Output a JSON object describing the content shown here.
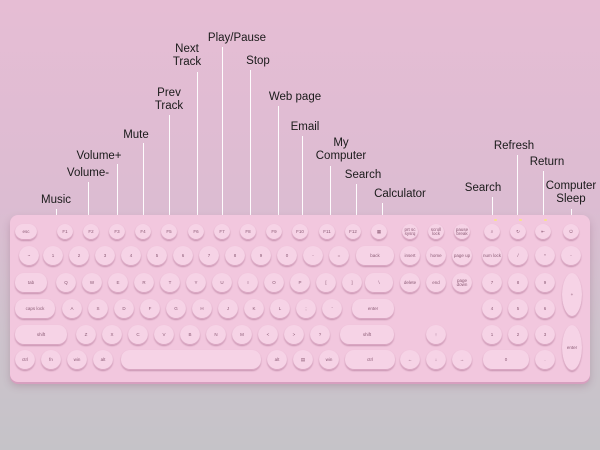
{
  "callouts": [
    {
      "id": "music",
      "label": "Music"
    },
    {
      "id": "volume-down",
      "label": "Volume-"
    },
    {
      "id": "volume-up",
      "label": "Volume+"
    },
    {
      "id": "mute",
      "label": "Mute"
    },
    {
      "id": "prev-track",
      "label": "Prev\nTrack"
    },
    {
      "id": "next-track",
      "label": "Next\nTrack"
    },
    {
      "id": "play-pause",
      "label": "Play/Pause"
    },
    {
      "id": "stop",
      "label": "Stop"
    },
    {
      "id": "web-page",
      "label": "Web page"
    },
    {
      "id": "email",
      "label": "Email"
    },
    {
      "id": "my-computer",
      "label": "My\nComputer"
    },
    {
      "id": "search",
      "label": "Search"
    },
    {
      "id": "calculator",
      "label": "Calculator"
    },
    {
      "id": "search-right",
      "label": "Search"
    },
    {
      "id": "refresh",
      "label": "Refresh"
    },
    {
      "id": "return",
      "label": "Return"
    },
    {
      "id": "computer-sleep",
      "label": "Computer\nSleep"
    }
  ],
  "keys": {
    "fn_row": [
      "esc",
      "F1",
      "F2",
      "F3",
      "F4",
      "F5",
      "F6",
      "F7",
      "F8",
      "F9",
      "F10",
      "F11",
      "F12",
      "▦",
      "prt sc sysrq",
      "scroll lock",
      "pause break",
      "⌕",
      "↻",
      "⇤",
      "⏻"
    ],
    "number_row": [
      "~",
      "1",
      "2",
      "3",
      "4",
      "5",
      "6",
      "7",
      "8",
      "9",
      "0",
      "-",
      "=",
      "back",
      "insert",
      "home",
      "page up",
      "num lock",
      "/",
      "*",
      "-"
    ],
    "top_row": [
      "tab",
      "Q",
      "W",
      "E",
      "R",
      "T",
      "Y",
      "U",
      "I",
      "O",
      "P",
      "[",
      "]",
      "\\",
      "delete",
      "end",
      "page down",
      "7",
      "8",
      "9",
      "+"
    ],
    "home_row": [
      "caps lock",
      "A",
      "S",
      "D",
      "F",
      "G",
      "H",
      "J",
      "K",
      "L",
      ";",
      "'",
      "enter",
      "4",
      "5",
      "6"
    ],
    "bottom_row": [
      "shift",
      "Z",
      "X",
      "C",
      "V",
      "B",
      "N",
      "M",
      "<",
      ">",
      "?",
      "shift",
      "↑",
      "1",
      "2",
      "3",
      "enter"
    ],
    "space_row": [
      "ctrl",
      "fn",
      "win",
      "alt",
      "",
      "alt",
      "▤",
      "win",
      "ctrl",
      "←",
      "↓",
      "→",
      "0",
      "."
    ]
  }
}
